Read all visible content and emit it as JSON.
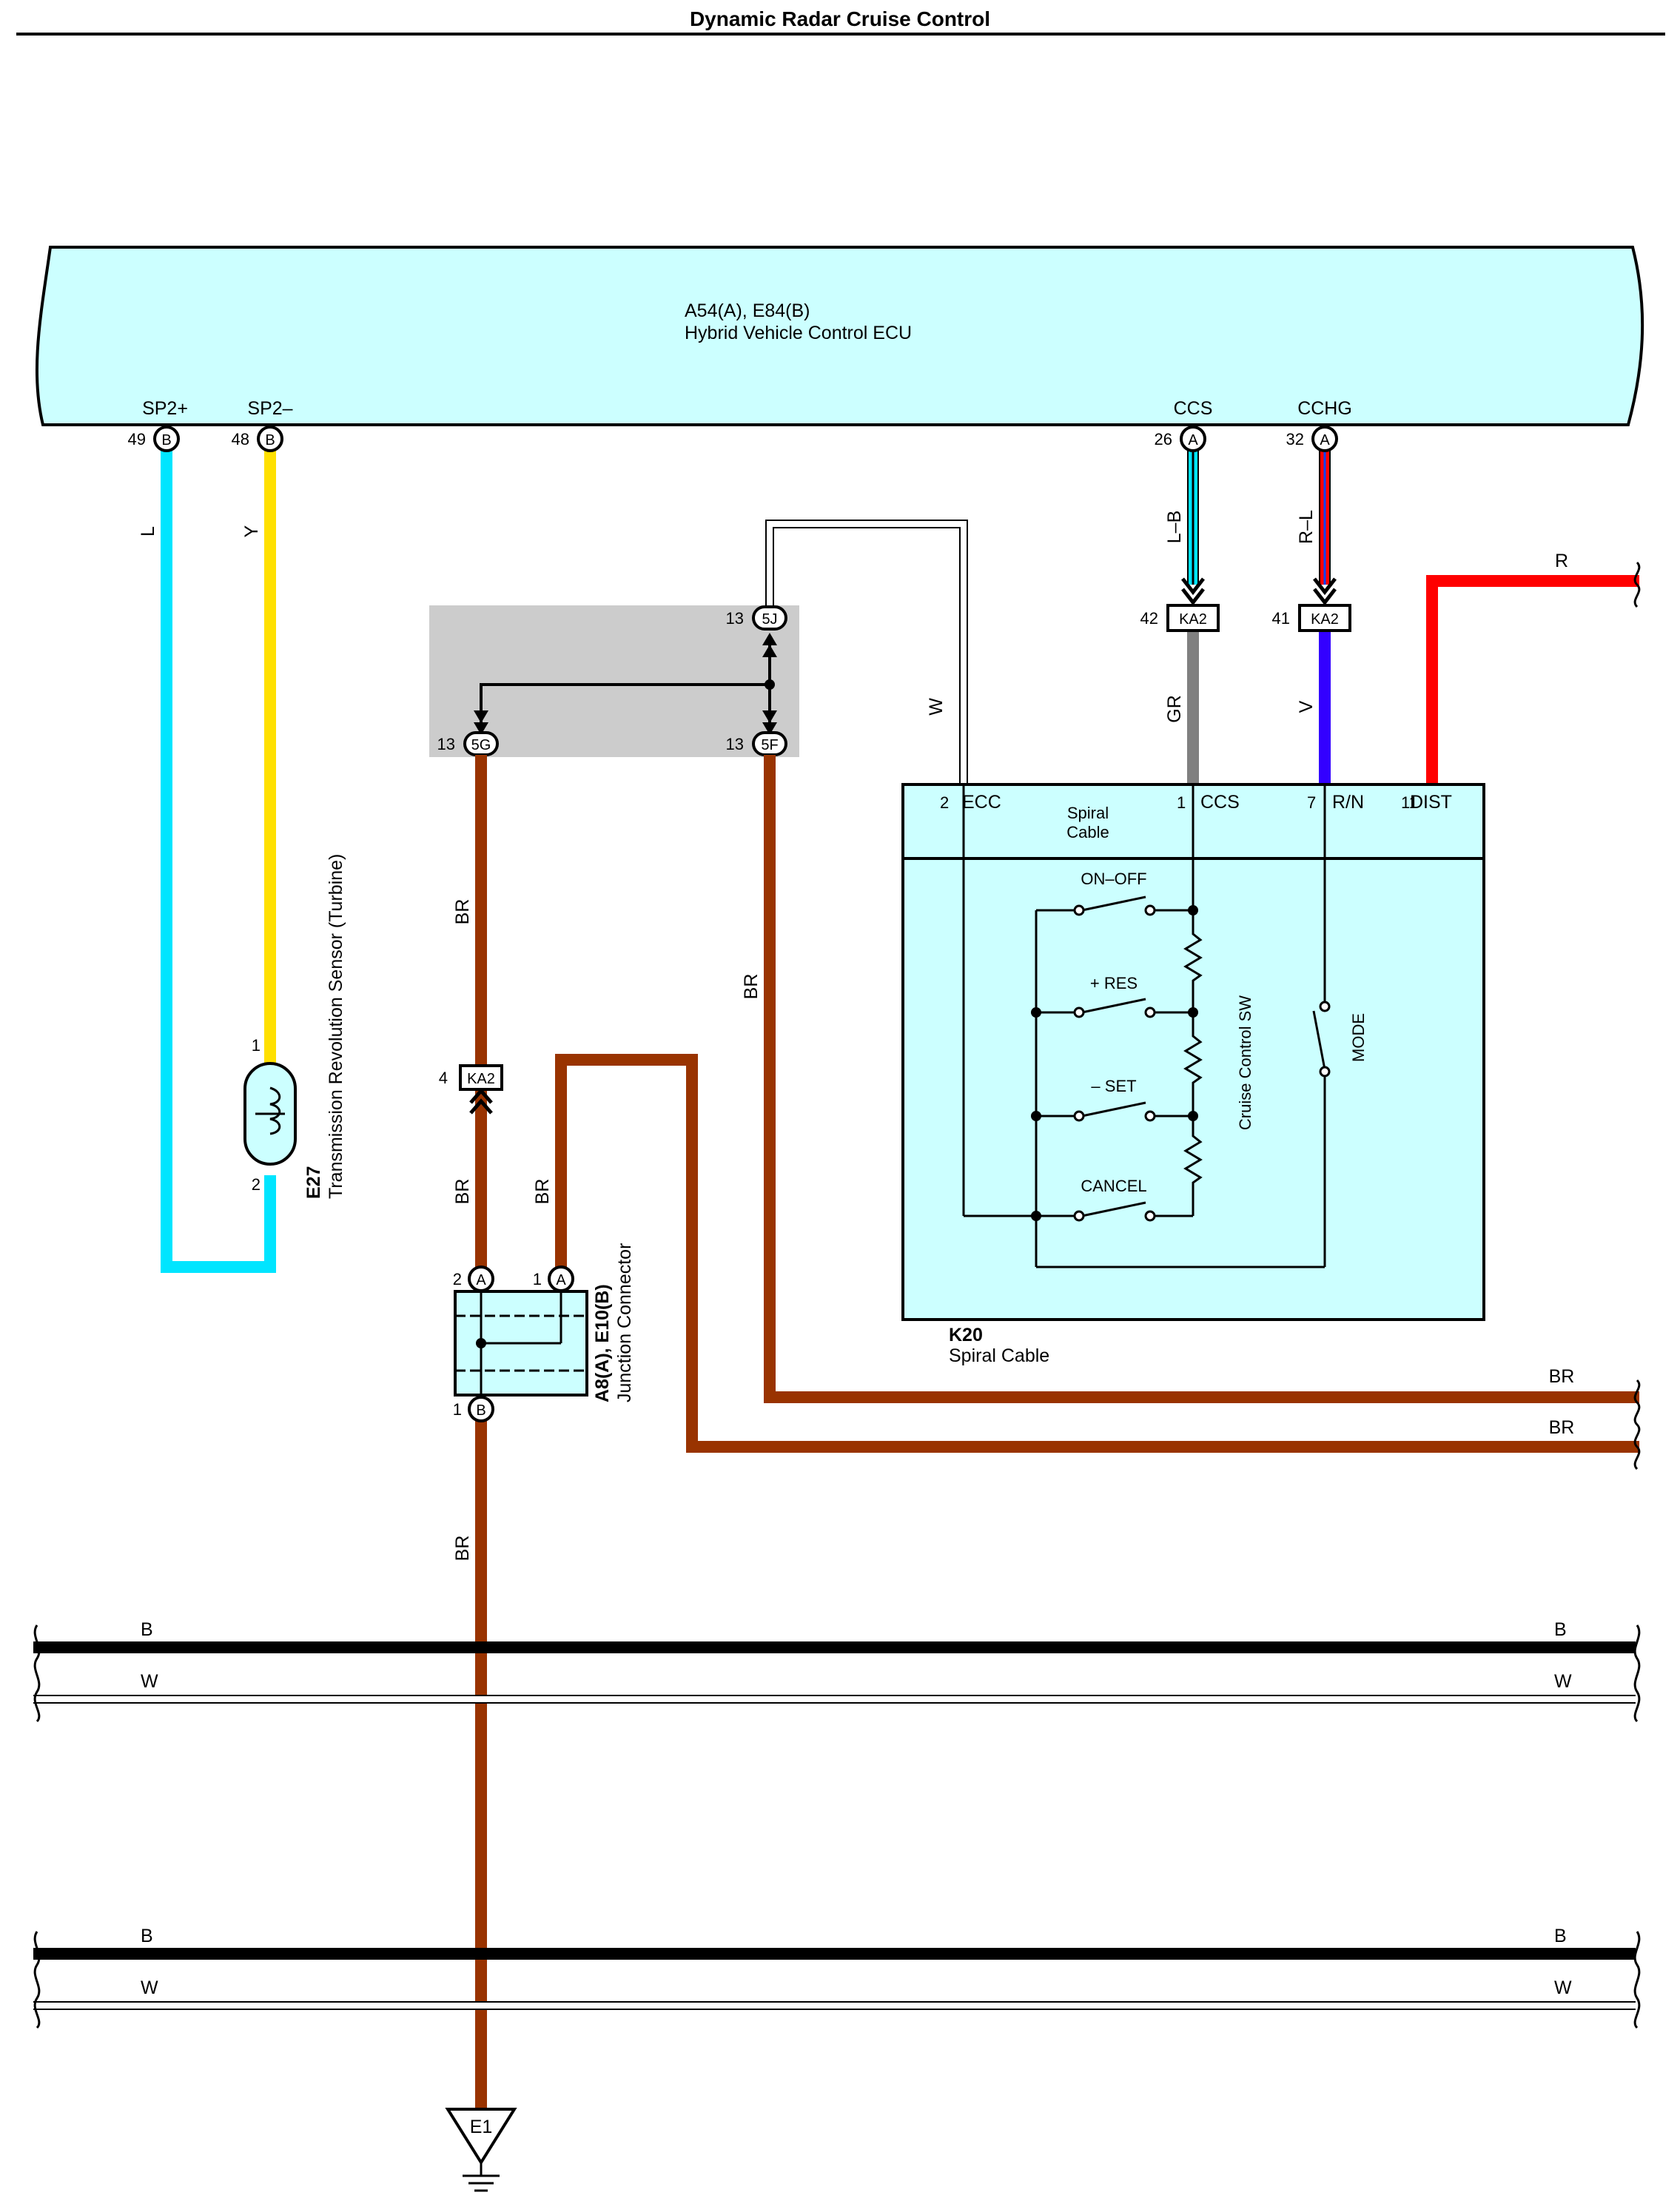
{
  "title": "Dynamic Radar Cruise Control",
  "colors": {
    "ecu_fill": "#CCFFFF",
    "splice_fill": "#CCCCCC",
    "wire_L": "#00E5FF",
    "wire_Y": "#FFE000",
    "wire_BR": "#993300",
    "wire_R": "#FF0000",
    "wire_GR": "#808080",
    "wire_V": "#3300FF",
    "wire_B": "#000000",
    "wire_W": "#FFFFFF"
  },
  "ecu": {
    "code": "A54(A), E84(B)",
    "name": "Hybrid Vehicle Control ECU",
    "terminals": [
      {
        "name": "SP2+",
        "pin": "49",
        "conn": "B"
      },
      {
        "name": "SP2–",
        "pin": "48",
        "conn": "B"
      },
      {
        "name": "CCS",
        "pin": "26",
        "conn": "A"
      },
      {
        "name": "CCHG",
        "pin": "32",
        "conn": "A"
      }
    ]
  },
  "sensor": {
    "code": "E27",
    "name": "Transmission Revolution Sensor (Turbine)",
    "pin1": "1",
    "pin2": "2"
  },
  "wire_colors": {
    "L": "L",
    "Y": "Y",
    "LB": "L–B",
    "RL": "R–L",
    "W": "W",
    "GR": "GR",
    "V": "V",
    "R": "R",
    "BR": "BR",
    "B": "B"
  },
  "connectors": {
    "kA2": "KA2",
    "pin42": "42",
    "pin41": "41",
    "pin4": "4",
    "j5J": "5J",
    "j5G": "5G",
    "j5F": "5F",
    "pin13": "13"
  },
  "spiral": {
    "code": "K20",
    "name": "Spiral Cable",
    "inner_label_1": "Spiral",
    "inner_label_2": "Cable",
    "terminals": [
      {
        "name": "ECC",
        "pin": "2"
      },
      {
        "name": "CCS",
        "pin": "1"
      },
      {
        "name": "R/N",
        "pin": "7"
      },
      {
        "name": "DIST",
        "pin": "11"
      }
    ],
    "switch_name": "Cruise Control SW",
    "switches": [
      "ON–OFF",
      "+ RES",
      "– SET",
      "CANCEL"
    ],
    "mode": "MODE"
  },
  "junction": {
    "code": "A8(A), E10(B)",
    "name": "Junction Connector",
    "pin2": "2",
    "pin1a": "1",
    "pin1b": "1",
    "connA": "A",
    "connB": "B"
  },
  "ground": "E1"
}
